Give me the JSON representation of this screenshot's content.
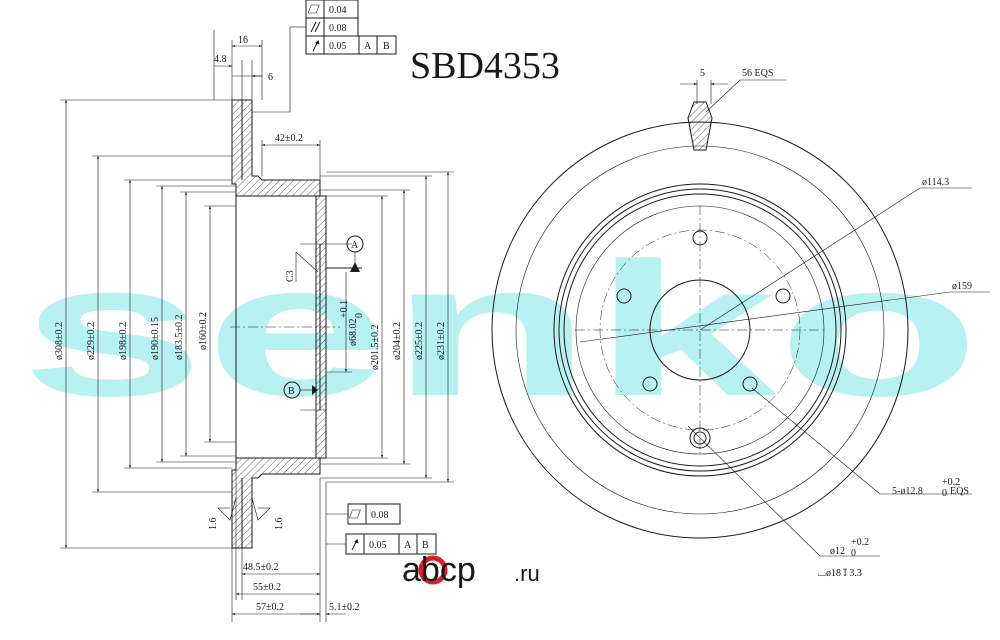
{
  "part_number": "SBD4353",
  "watermark": "senko",
  "abcp": {
    "brand": "abcp",
    "domain": ".ru",
    "color": "#d72027"
  },
  "tolerance_top": [
    {
      "symbol": "flatness",
      "value": "0.04"
    },
    {
      "symbol": "parallelism",
      "value": "0.08"
    },
    {
      "symbol": "runout",
      "value": "0.05",
      "datum1": "A",
      "datum2": "B"
    }
  ],
  "tolerance_bottom": [
    {
      "symbol": "flatness",
      "value": "0.08"
    },
    {
      "symbol": "runout",
      "value": "0.05",
      "datum1": "A",
      "datum2": "B"
    }
  ],
  "side_view": {
    "dim_16": "16",
    "dim_4_8": "4.8",
    "dim_6": "6",
    "dim_42": "42±0.2",
    "dia_308": "ø308±0.2",
    "dia_229": "ø229±0.2",
    "dia_198": "ø198±0.2",
    "dia_190": "ø190±0.15",
    "dia_183_5": "ø183.5±0.2",
    "dia_160": "ø160±0.2",
    "dia_68_main": "ø68.02",
    "dia_68_tol_up": "+0.1",
    "dia_68_tol_low": "0",
    "dia_201_5": "ø201.5±0.2",
    "dia_204": "ø204±0.2",
    "dia_225": "ø225±0.2",
    "dia_231": "ø231±0.2",
    "chamfer": "C3",
    "datum_a": "A",
    "datum_b": "B",
    "roughness_left": "1.6",
    "roughness_right": "1.6",
    "dim_48_5": "48.5±0.2",
    "dim_55": "55±0.2",
    "dim_57": "57±0.2",
    "dim_5_1": "5.1±0.2"
  },
  "front_view": {
    "slot_width": "5",
    "slot_count": "56 EQS",
    "pcd": "ø114.3",
    "hat_dia": "ø159",
    "bolt_holes_main": "5-ø12.8",
    "bolt_holes_tol_up": "+0.2",
    "bolt_holes_tol_low": "0",
    "bolt_holes_suffix": "EQS",
    "loc_hole_main": "ø12",
    "loc_hole_tol_up": "+0.2",
    "loc_hole_tol_low": "0",
    "counterbore": "⌴ø18↧3.3"
  },
  "colors": {
    "line": "#1a1a1a",
    "watermark": "#7fe6e6"
  }
}
